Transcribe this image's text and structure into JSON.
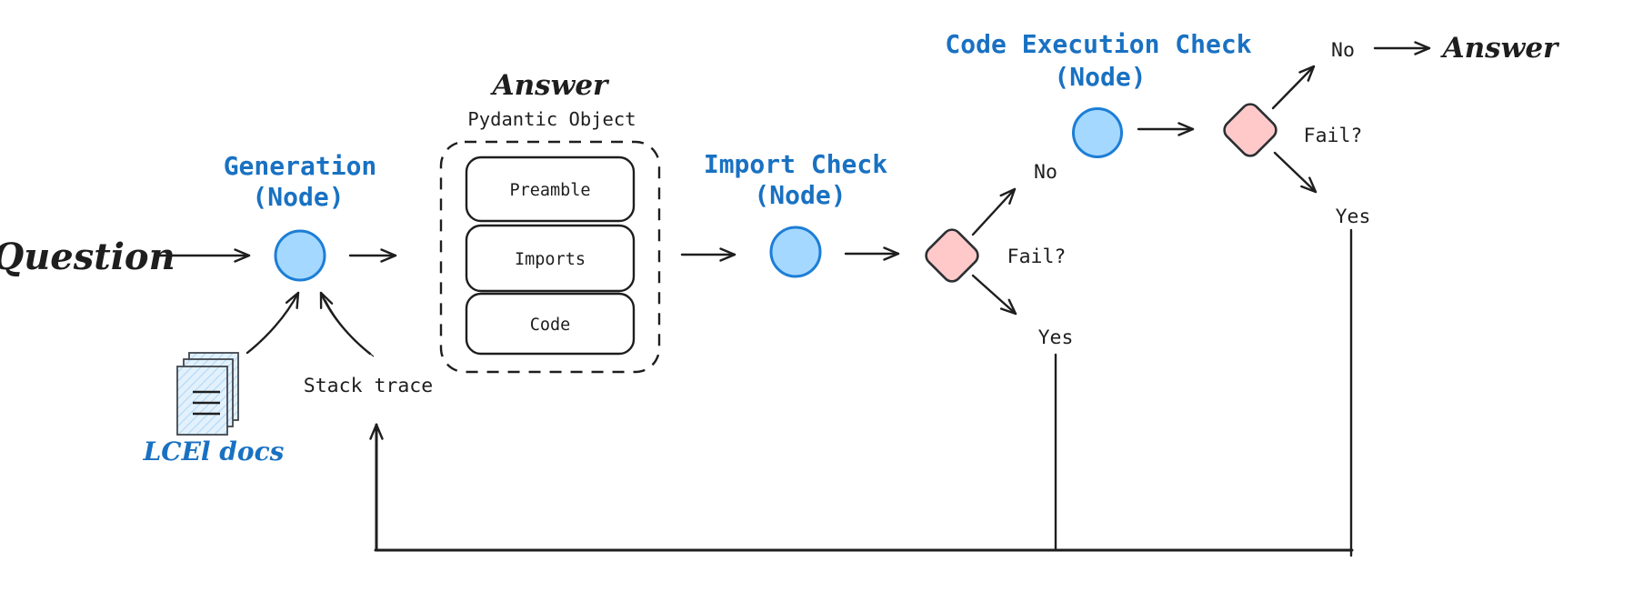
{
  "diagram": {
    "labels": {
      "question": "Question",
      "final_answer": "Answer",
      "stack_trace": "Stack trace",
      "lcel_docs": "LCEl docs"
    },
    "nodes": {
      "generation": {
        "title": "Generation",
        "subtitle": "(Node)"
      },
      "import_check": {
        "title": "Import Check",
        "subtitle": "(Node)"
      },
      "code_execution_check": {
        "title": "Code Execution Check",
        "subtitle": "(Node)"
      }
    },
    "answer_object": {
      "title": "Answer",
      "subtitle": "Pydantic Object",
      "fields": [
        "Preamble",
        "Imports",
        "Code"
      ]
    },
    "decisions": {
      "import_fail": {
        "question": "Fail?",
        "no": "No",
        "yes": "Yes"
      },
      "execution_fail": {
        "question": "Fail?",
        "no": "No",
        "yes": "Yes"
      }
    },
    "colors": {
      "accent_blue": "#1971c2",
      "node_fill": "#a5d8ff",
      "node_stroke": "#1c7ed6",
      "decision_fill": "#ffc9c9",
      "decision_stroke": "#2b2f33",
      "ink": "#1e1e1e",
      "docs_fill": "#dcecfb",
      "background": "#ffffff"
    }
  }
}
